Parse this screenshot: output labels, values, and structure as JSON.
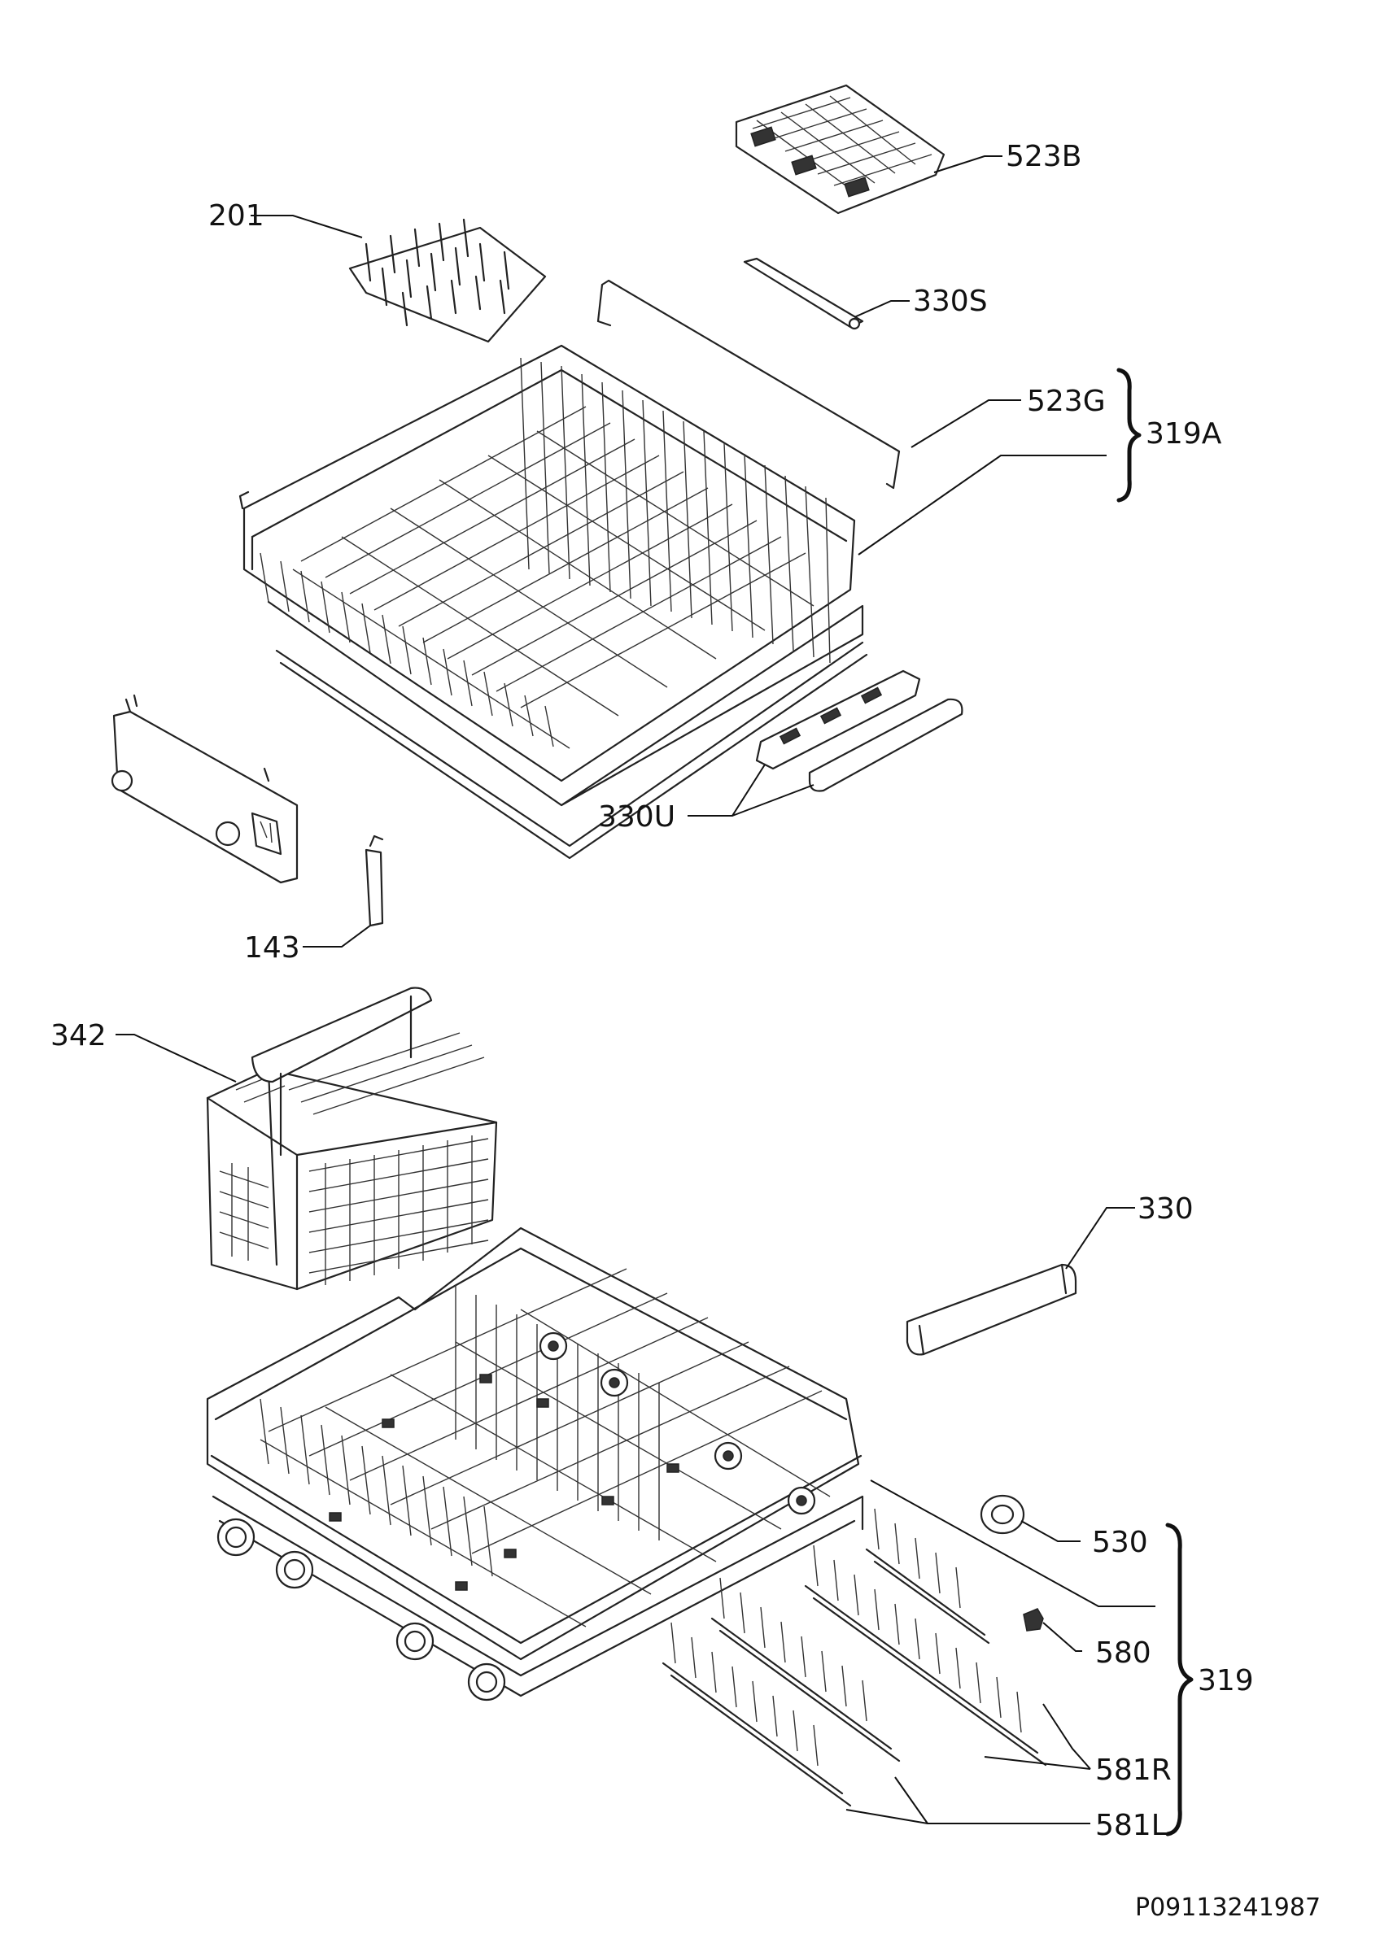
{
  "labels": {
    "l523B": "523B",
    "l201": "201",
    "l330S": "330S",
    "l523G": "523G",
    "l319A": "319A",
    "l330U": "330U",
    "l143": "143",
    "l342": "342",
    "l330": "330",
    "l530": "530",
    "l580": "580",
    "l319": "319",
    "l581R": "581R",
    "l581L": "581L"
  },
  "drawing_code": "P09113241987"
}
